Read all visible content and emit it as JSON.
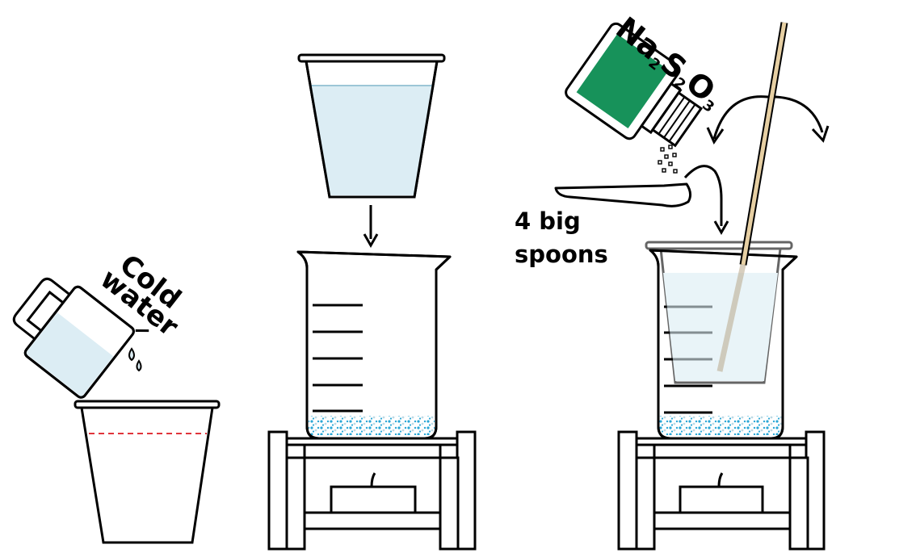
{
  "labels": {
    "cold_line1": "Cold",
    "cold_line2": "water",
    "spoons_line1": "4 big",
    "spoons_line2": "spoons",
    "formula": {
      "na": "Na",
      "s1": "S",
      "o": "O",
      "sub2a": "2",
      "sub2b": "2",
      "sub3": "3"
    }
  },
  "colors": {
    "water": "#dcedf4",
    "bottle_label": "#17925a",
    "stick": "#e6cfa3",
    "crystal_blue": "#2aa7d6",
    "fill_line": "#e0343b"
  }
}
